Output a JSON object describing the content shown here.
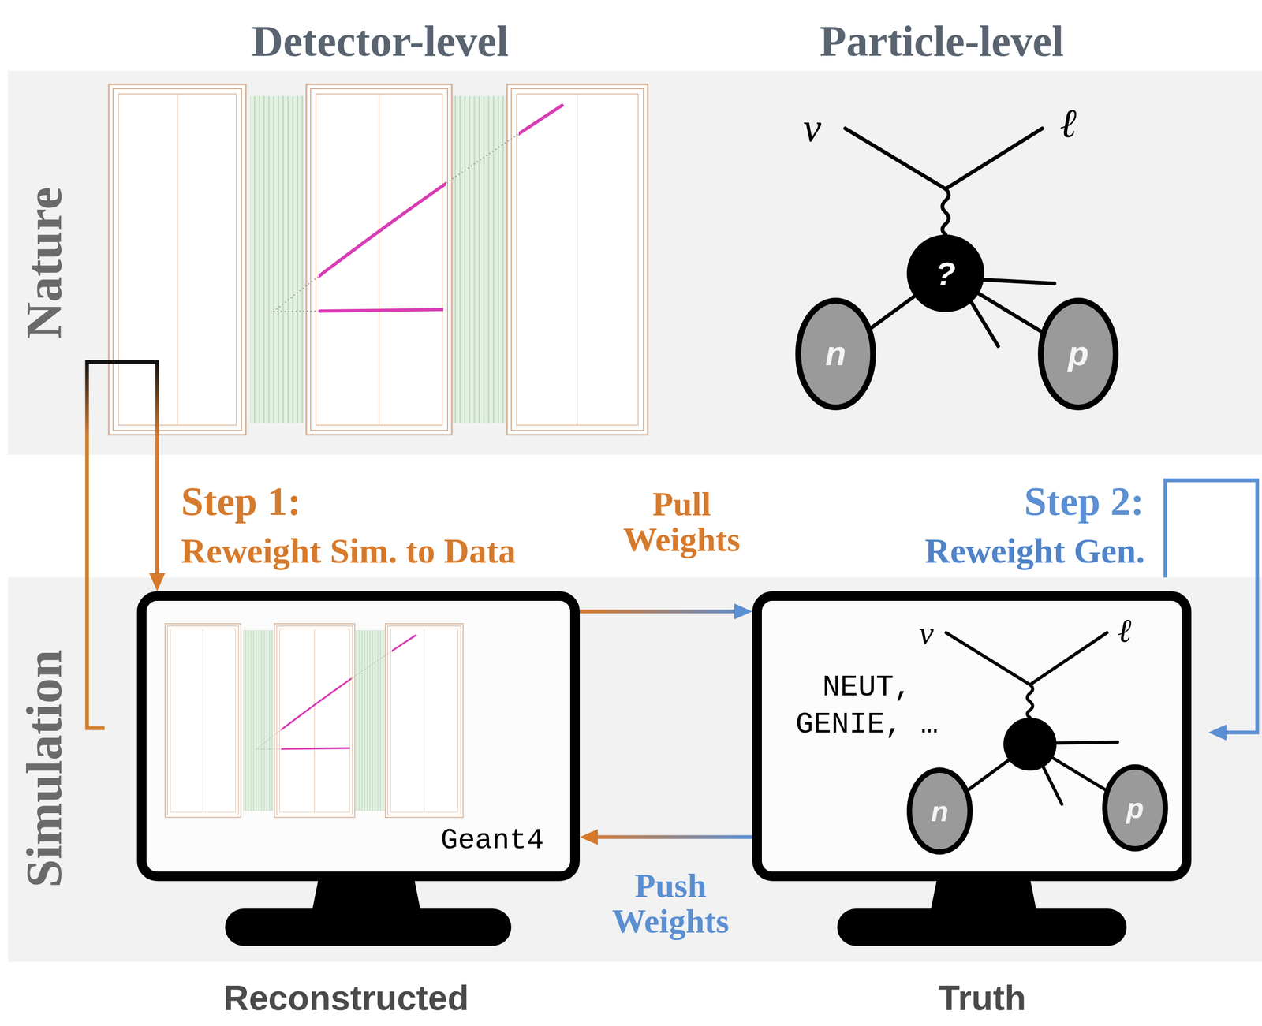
{
  "diagram": {
    "nodes": [
      {
        "text": [
          "Nature"
        ]
      },
      {
        "text": [
          "?"
        ],
        "in": 0
      },
      {
        "text": [
          "n"
        ],
        "in": 0
      },
      {
        "text": [
          "p"
        ],
        "in": 0
      },
      {
        "text": [
          "Simulation"
        ]
      },
      {
        "text": [
          "Geant4"
        ],
        "in": 4
      },
      {
        "text": [
          "NEUT, GENIE, …"
        ],
        "in": 4
      },
      {
        "text": [
          "n"
        ],
        "in": 6
      },
      {
        "text": [
          "p"
        ],
        "in": 6
      }
    ],
    "edges": [
      {
        "from": 2,
        "to": 1,
        "arrow": "none"
      },
      {
        "from": 3,
        "to": 1,
        "arrow": "none"
      },
      {
        "from": 0,
        "to": 5,
        "arrow": "to"
      },
      {
        "from": 5,
        "to": 6,
        "label": "Pull Weights",
        "arrow": "to"
      },
      {
        "from": 6,
        "to": 5,
        "label": "Push Weights",
        "arrow": "to"
      }
    ],
    "labels": [
      "Detector-level",
      "Particle-level",
      "ν",
      "ℓ",
      "Step 1:",
      "Reweight Sim. to Data",
      "Step 2:",
      "Reweight Gen.",
      "ν",
      "ℓ",
      "Reconstructed",
      "Truth"
    ]
  }
}
